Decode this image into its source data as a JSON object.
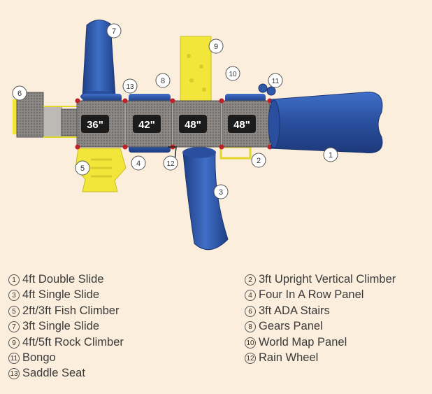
{
  "deck_labels": [
    "36\"",
    "42\"",
    "48\"",
    "48\""
  ],
  "callouts": [
    "1",
    "2",
    "3",
    "4",
    "5",
    "6",
    "7",
    "8",
    "9",
    "10",
    "11",
    "12",
    "13"
  ],
  "legend_left": [
    {
      "num": "1",
      "label": "4ft Double Slide"
    },
    {
      "num": "3",
      "label": "4ft Single Slide"
    },
    {
      "num": "5",
      "label": "2ft/3ft Fish Climber"
    },
    {
      "num": "7",
      "label": "3ft Single Slide"
    },
    {
      "num": "9",
      "label": "4ft/5ft Rock Climber"
    },
    {
      "num": "11",
      "label": "Bongo"
    },
    {
      "num": "13",
      "label": "Saddle Seat"
    }
  ],
  "legend_right": [
    {
      "num": "2",
      "label": "3ft Upright Vertical Climber"
    },
    {
      "num": "4",
      "label": "Four In A Row Panel"
    },
    {
      "num": "6",
      "label": "3ft ADA Stairs"
    },
    {
      "num": "8",
      "label": "Gears Panel"
    },
    {
      "num": "10",
      "label": "World Map Panel"
    },
    {
      "num": "12",
      "label": "Rain Wheel"
    }
  ],
  "colors": {
    "background": "#fbeedc",
    "slide_blue": "#2f58a8",
    "climber_yellow": "#f2e63a",
    "deck_gray": "#7a7775",
    "post_red": "#c0202a",
    "label_box": "#1b1b1b"
  }
}
